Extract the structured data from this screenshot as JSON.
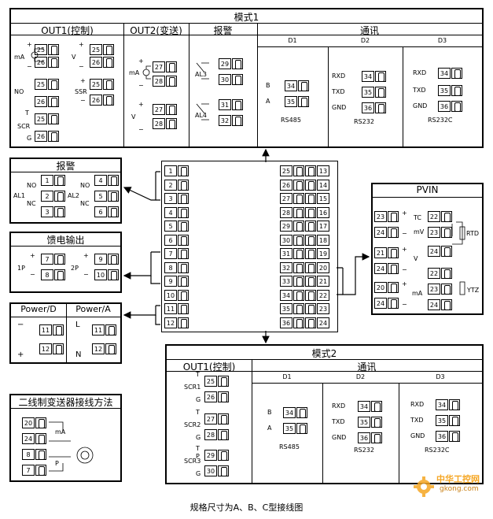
{
  "mode1": {
    "title": "模式1",
    "out1": "OUT1(控制)",
    "out2": "OUT2(变送)",
    "alarm": "报警",
    "comm": "通讯",
    "d1": "D1",
    "d2": "D2",
    "d3": "D3",
    "rs485": "RS485",
    "rs232": "RS232",
    "rs232c": "RS232C",
    "ma": "mA",
    "v": "V",
    "no": "NO",
    "ssr": "SSR",
    "scr": "SCR",
    "g": "G",
    "al3": "AL3",
    "al4": "AL4",
    "b": "B",
    "a": "A",
    "rxd": "RXD",
    "txd": "TXD",
    "gnd": "GND",
    "plus": "+",
    "minus": "−",
    "t": "T",
    "n25": "25",
    "n26": "26",
    "n27": "27",
    "n28": "28",
    "n29": "29",
    "n30": "30",
    "n31": "31",
    "n32": "32",
    "n34": "34",
    "n35": "35",
    "n36": "36"
  },
  "alarm_box": {
    "title": "报警",
    "al1": "AL1",
    "al2": "AL2",
    "no": "NO",
    "nc": "NC",
    "n1": "1",
    "n2": "2",
    "n3": "3",
    "n4": "4",
    "n5": "5",
    "n6": "6"
  },
  "feed_box": {
    "title": "馈电输出",
    "p1": "1P",
    "p2": "2P",
    "plus": "+",
    "minus": "−",
    "n7": "7",
    "n8": "8",
    "n9": "9",
    "n10": "10"
  },
  "power_box": {
    "title_d": "Power/D",
    "title_a": "Power/A",
    "l": "L",
    "n": "N",
    "plus": "+",
    "minus": "−",
    "n11": "11",
    "n12": "12"
  },
  "two_wire": {
    "title": "二线制变送器接线方法",
    "ma": "mA",
    "p": "P",
    "n20": "20",
    "n24": "24",
    "n8": "8",
    "n7": "7"
  },
  "center": {
    "left": [
      "1",
      "2",
      "3",
      "4",
      "5",
      "6",
      "7",
      "8",
      "9",
      "10",
      "11",
      "12"
    ],
    "right_a": [
      "25",
      "26",
      "27",
      "28",
      "29",
      "30",
      "31",
      "32",
      "33",
      "34",
      "35",
      "36"
    ],
    "right_b": [
      "13",
      "14",
      "15",
      "16",
      "17",
      "18",
      "19",
      "20",
      "21",
      "22",
      "23",
      "24"
    ]
  },
  "pvin": {
    "title": "PVIN",
    "tc": "TC",
    "mv": "mV",
    "v": "V",
    "ma": "mA",
    "rtd": "RTD",
    "ytz": "YTZ",
    "plus": "+",
    "minus": "−",
    "n20": "20",
    "n21": "21",
    "n22": "22",
    "n23": "23",
    "n24": "24"
  },
  "mode2": {
    "title": "模式2",
    "out1": "OUT1(控制)",
    "comm": "通讯",
    "d1": "D1",
    "d2": "D2",
    "d3": "D3",
    "scr1": "SCR1",
    "scr2": "SCR2",
    "scr3": "SCR3",
    "g": "G",
    "t": "T",
    "p": "P",
    "b": "B",
    "a": "A",
    "rxd": "RXD",
    "txd": "TXD",
    "gnd": "GND",
    "rs485": "RS485",
    "rs232": "RS232",
    "rs232c": "RS232C",
    "n25": "25",
    "n26": "26",
    "n27": "27",
    "n28": "28",
    "n29": "29",
    "n30": "30",
    "n34": "34",
    "n35": "35",
    "n36": "36"
  },
  "caption": "规格尺寸为A、B、C型接线图",
  "logo": {
    "cn": "中华工控网",
    "url": "gkong.com",
    "color": "#f5a623"
  }
}
